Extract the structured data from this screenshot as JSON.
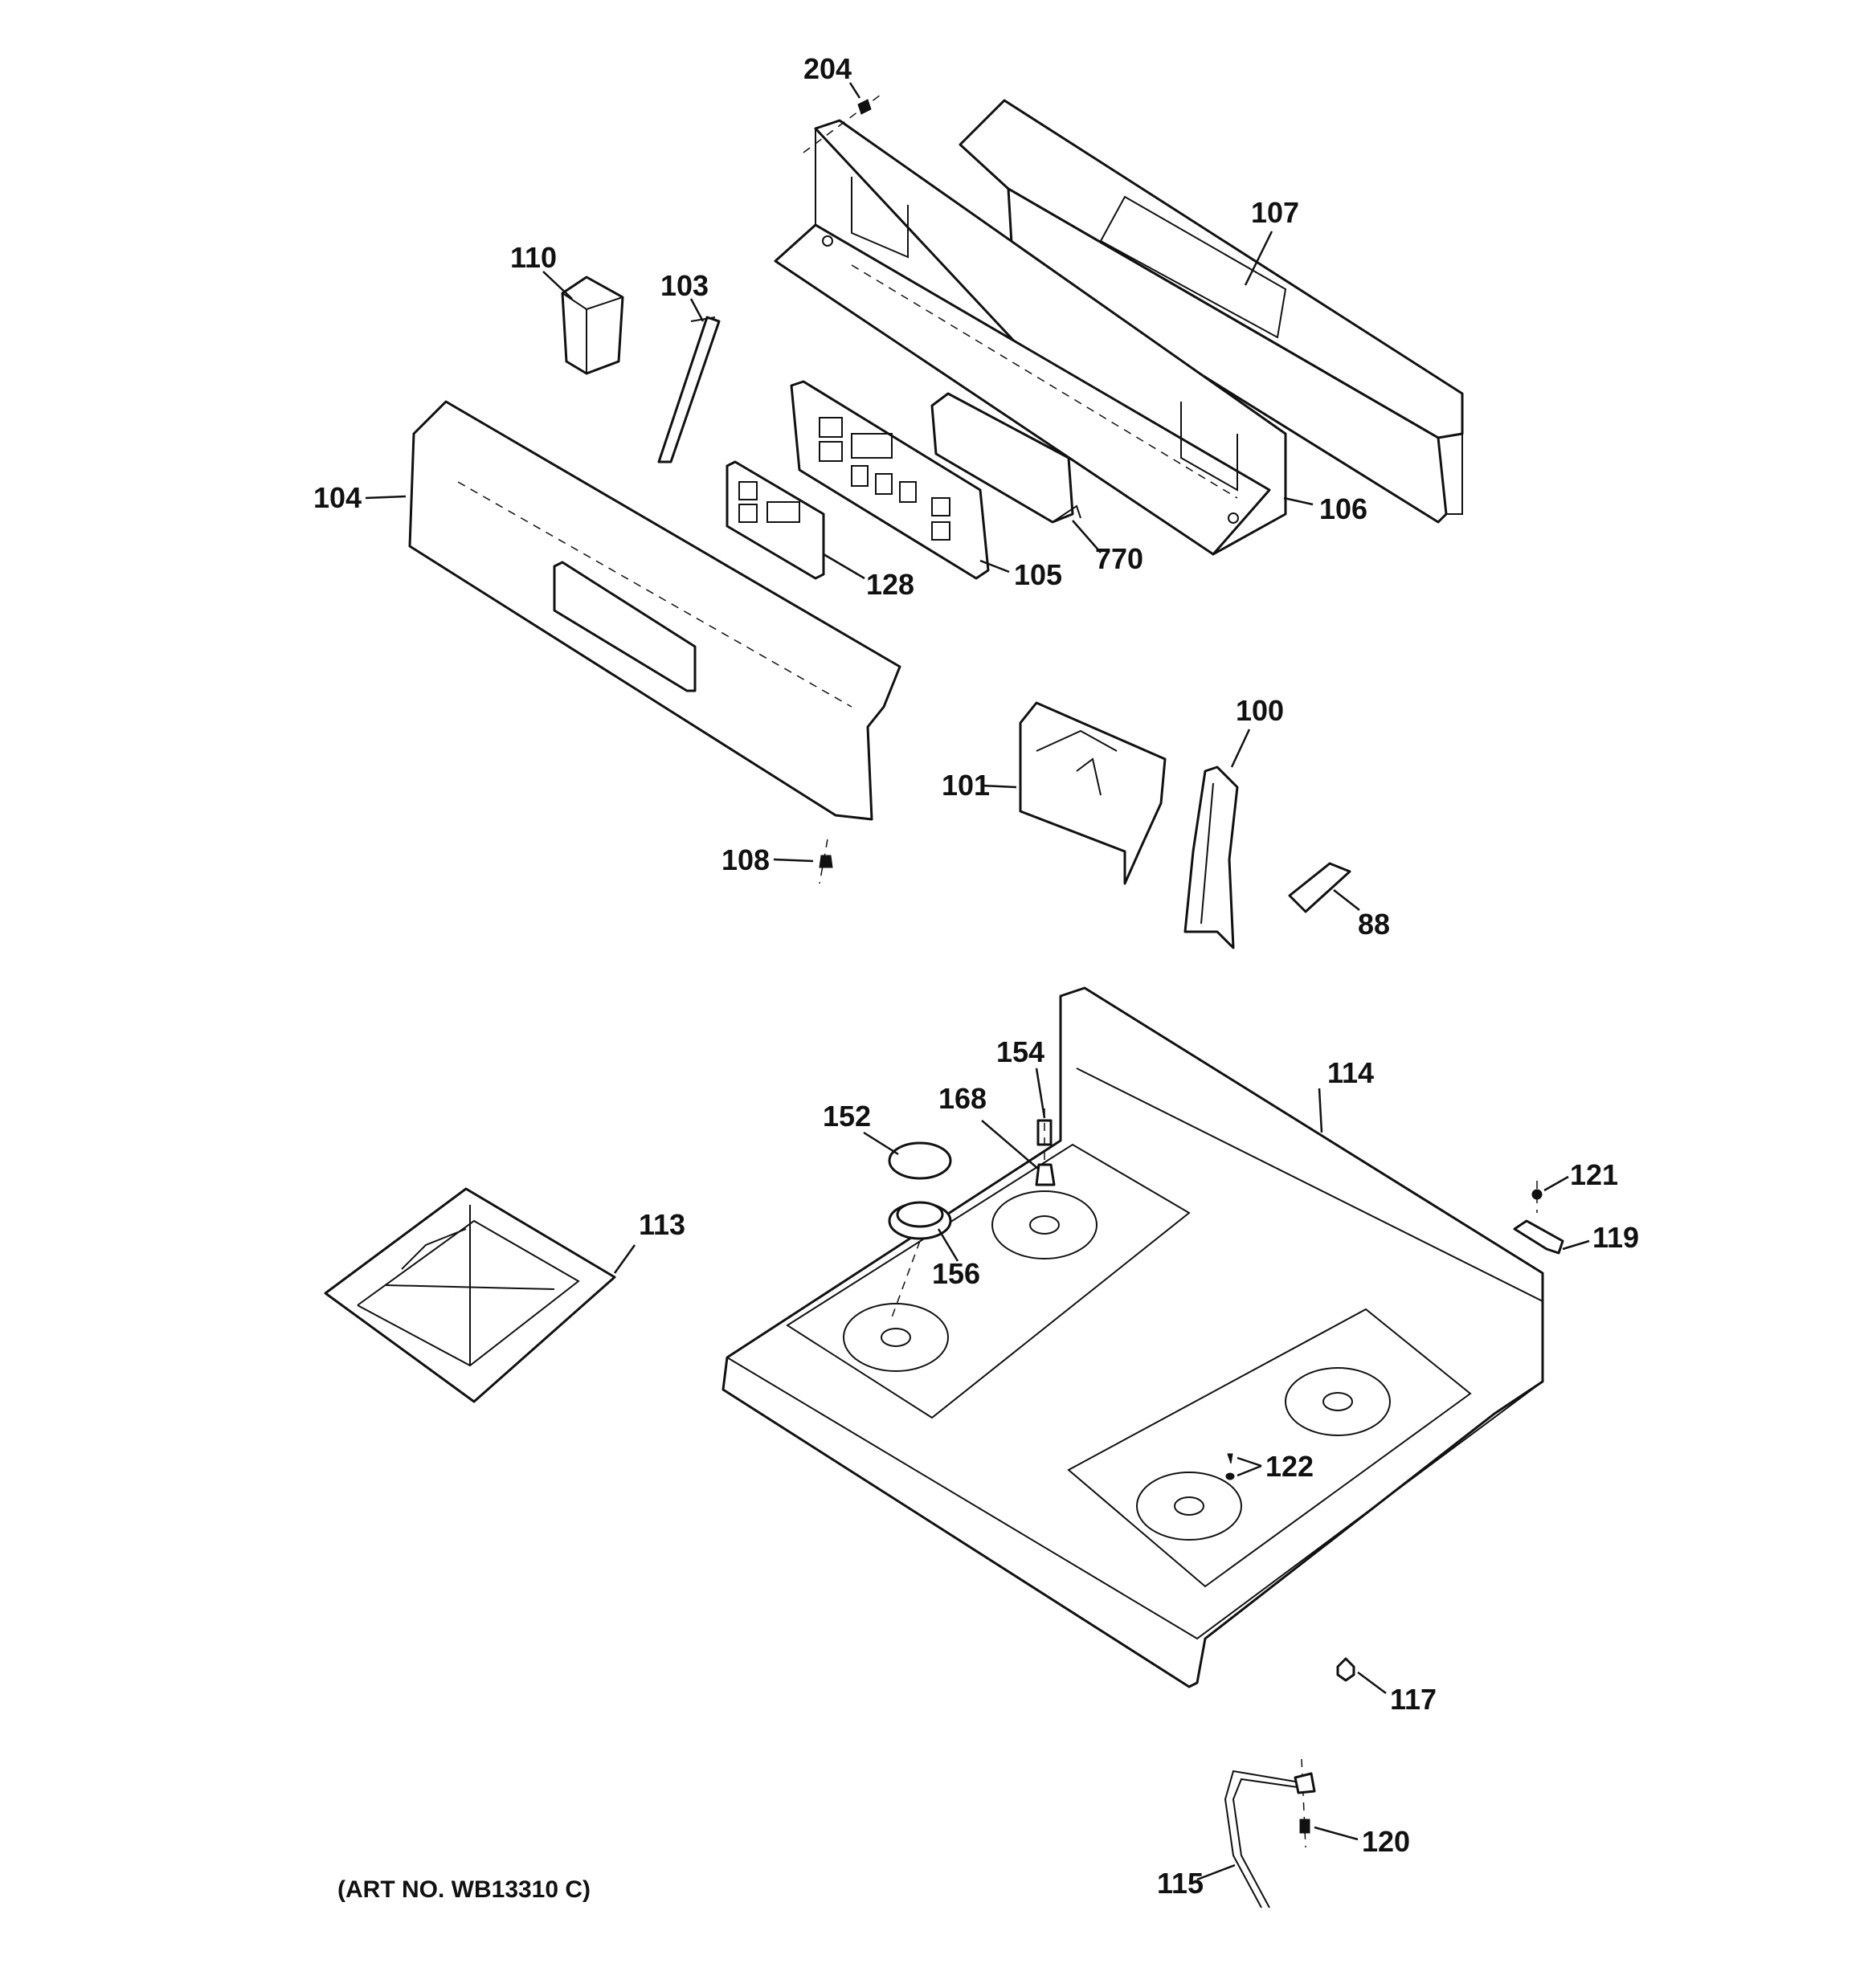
{
  "diagram": {
    "caption": "(ART NO. WB13310 C)",
    "parts": [
      {
        "id": "204",
        "label": "204"
      },
      {
        "id": "107",
        "label": "107"
      },
      {
        "id": "110",
        "label": "110"
      },
      {
        "id": "103",
        "label": "103"
      },
      {
        "id": "104",
        "label": "104"
      },
      {
        "id": "128",
        "label": "128"
      },
      {
        "id": "105",
        "label": "105"
      },
      {
        "id": "770",
        "label": "770"
      },
      {
        "id": "106",
        "label": "106"
      },
      {
        "id": "100",
        "label": "100"
      },
      {
        "id": "101",
        "label": "101"
      },
      {
        "id": "108",
        "label": "108"
      },
      {
        "id": "88",
        "label": "88"
      },
      {
        "id": "154",
        "label": "154"
      },
      {
        "id": "114",
        "label": "114"
      },
      {
        "id": "168",
        "label": "168"
      },
      {
        "id": "152",
        "label": "152"
      },
      {
        "id": "121",
        "label": "121"
      },
      {
        "id": "113",
        "label": "113"
      },
      {
        "id": "119",
        "label": "119"
      },
      {
        "id": "156",
        "label": "156"
      },
      {
        "id": "122",
        "label": "122"
      },
      {
        "id": "117",
        "label": "117"
      },
      {
        "id": "120",
        "label": "120"
      },
      {
        "id": "115",
        "label": "115"
      }
    ]
  }
}
